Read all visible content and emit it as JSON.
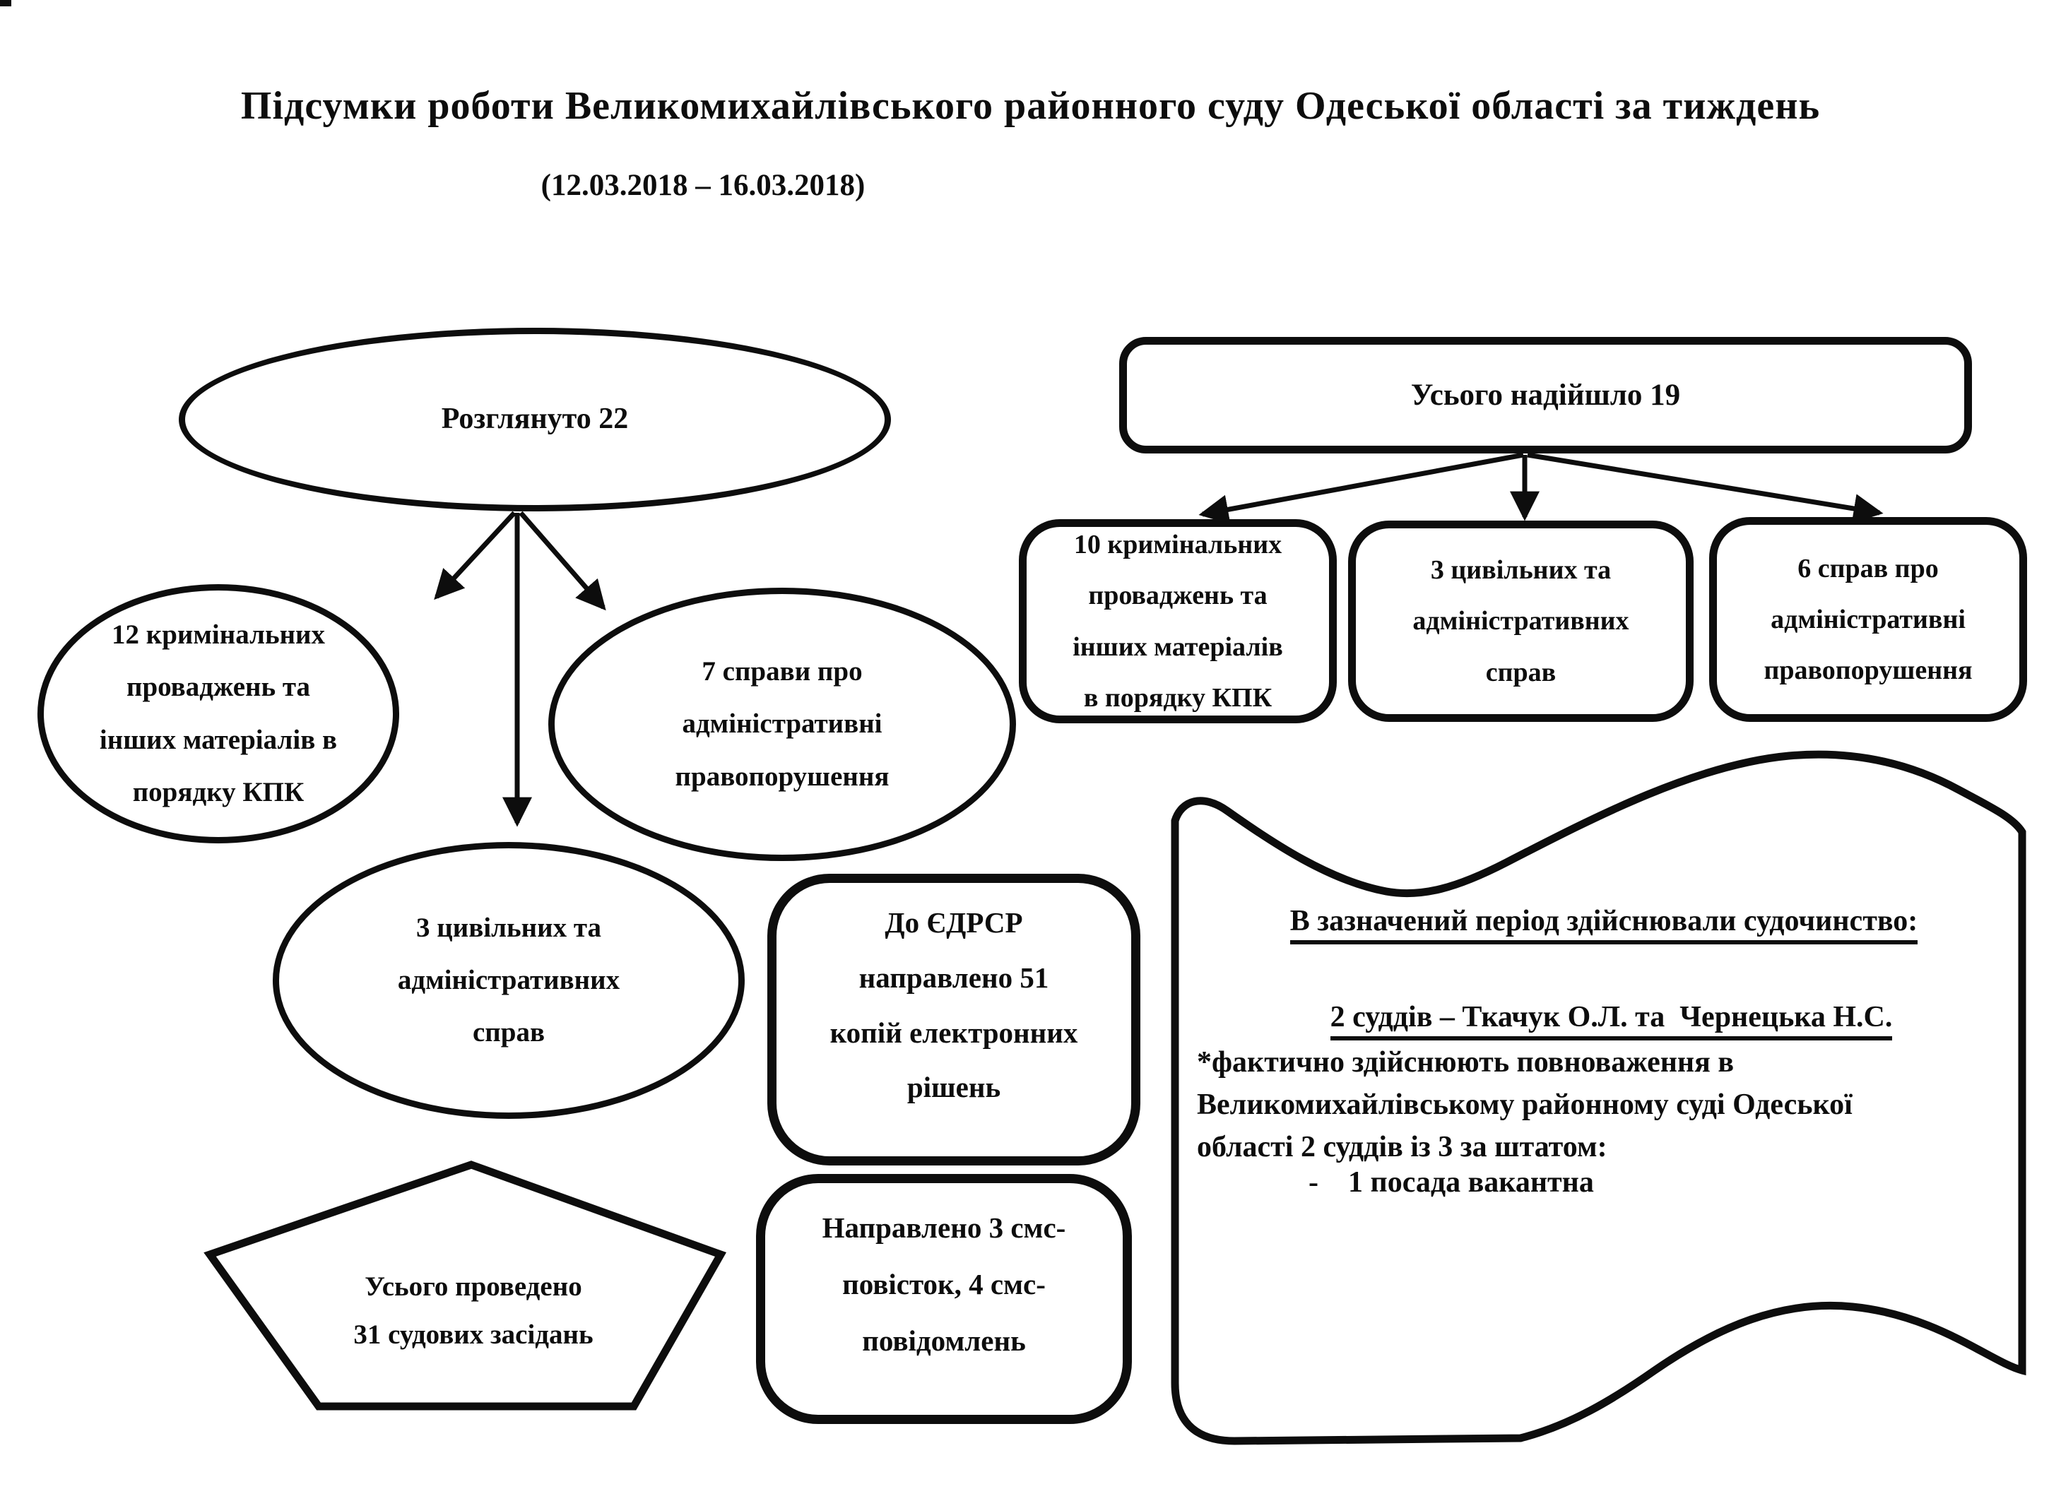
{
  "ink_color": "#0d0d0d",
  "paper_color": "#ffffff",
  "header": {
    "title": "Підсумки роботи Великомихайлівського районного суду Одеської області за тиждень",
    "period": "(12.03.2018 – 16.03.2018)"
  },
  "considered": {
    "root": "Розглянуто 22",
    "criminal": "12 кримінальних\nпроваджень та\nінших матеріалів в\nпорядку КПК",
    "admin_offenses": "7 справи про\nадміністративні\nправопорушення",
    "civil": "3 цивільних та\nадміністративних\nсправ"
  },
  "received": {
    "root": "Усього надійшло 19",
    "criminal": "10 кримінальних\nпроваджень та\nінших матеріалів\nв порядку КПК",
    "civil": "3 цивільних та\nадміністративних\nсправ",
    "admin_offenses": "6 справ про\nадміністративні\nправопорушення"
  },
  "edrsr": "До ЄДРСР\nнаправлено 51\nкопій електронних\nрішень",
  "sms": "Направлено 3 смс-\nповісток, 4 смс-\nповідомлень",
  "hearings": "Усього проведено\n31 судових засідань",
  "judiciary": {
    "heading": "В зазначений період здійснювали судочинство:",
    "judges": "2 суддів – Ткачук О.Л. та  Чернецька Н.С.",
    "note": "*фактично здійснюють повноваження в\nВеликомихайлівському районному суді Одеської\nобласті 2 суддів із 3 за штатом:",
    "vacancy_dash": "-",
    "vacancy": "1 посада вакантна"
  }
}
